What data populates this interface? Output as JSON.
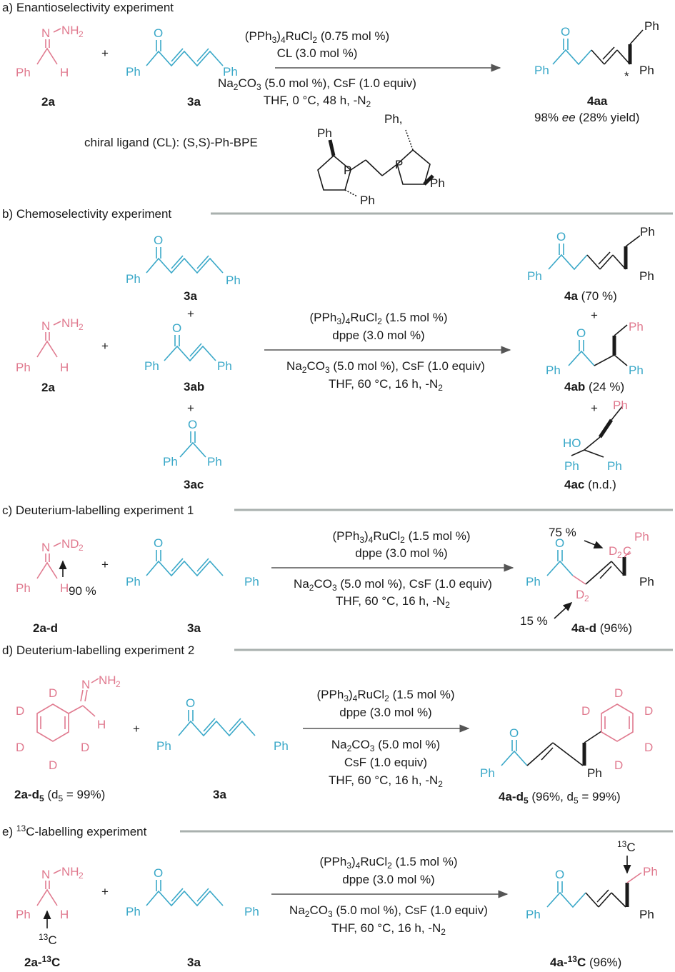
{
  "colors": {
    "reagent_pink": "#e07a8f",
    "reagent_blue": "#3aa8c8",
    "rule_gray": "#a9b0ae"
  },
  "panels": {
    "a": {
      "title": "a) Enantioselectivity experiment",
      "conds": [
        "(PPh3)4RuCl2 (0.75 mol %)",
        "CL (3.0 mol %)",
        "Na2CO3 (5.0 mol %), CsF (1.0 equiv)",
        "THF, 0 °C, 48 h, -N2"
      ],
      "reactant1": "2a",
      "reactant2": "3a",
      "product": "4aa",
      "result": "98% ee (28% yield)",
      "ligand_label": "chiral ligand (CL):  (S,S)-Ph-BPE"
    },
    "b": {
      "title": "b) Chemoselectivity experiment",
      "conds": [
        "(PPh3)4RuCl2 (1.5 mol %)",
        "dppe (3.0 mol %)",
        "Na2CO3 (5.0 mol %),  CsF (1.0 equiv)",
        "THF, 60 °C, 16 h, -N2"
      ],
      "reactant1": "2a",
      "reactants": [
        "3a",
        "3ab",
        "3ac"
      ],
      "products": [
        {
          "id": "4a",
          "yield": "(70 %)"
        },
        {
          "id": "4ab",
          "yield": "(24 %)"
        },
        {
          "id": "4ac",
          "yield": "(n.d.)"
        }
      ]
    },
    "c": {
      "title": "c) Deuterium-labelling experiment 1",
      "conds": [
        "(PPh3)4RuCl2 (1.5 mol %)",
        "dppe (3.0 mol %)",
        "Na2CO3 (5.0 mol %), CsF (1.0 equiv)",
        "THF, 60 °C, 16 h, -N2"
      ],
      "reactant1": "2a-d",
      "reactant2": "3a",
      "product": "4a-d",
      "yield": "(96%)",
      "d_inc_reactant": "90 %",
      "d_inc_benzylic": "75 %",
      "d_inc_alpha": "15 %"
    },
    "d": {
      "title": "d) Deuterium-labelling experiment 2",
      "conds": [
        "(PPh3)4RuCl2 (1.5 mol %)",
        "dppe (3.0 mol %)",
        "Na2CO3 (5.0 mol %)",
        "CsF (1.0 equiv)",
        "THF, 60 °C, 16 h, -N2"
      ],
      "reactant1": "2a-d5",
      "reactant1_note": "(d5 = 99%)",
      "reactant2": "3a",
      "product": "4a-d5",
      "product_note": "(96%, d5 = 99%)"
    },
    "e": {
      "title": "13C-labelling experiment",
      "title_prefix": "e)",
      "conds": [
        "(PPh3)4RuCl2 (1.5 mol %)",
        "dppe (3.0 mol %)",
        "Na2CO3 (5.0 mol %), CsF (1.0 equiv)",
        "THF, 60 °C, 16 h, -N2"
      ],
      "reactant1": "2a-13C",
      "reactant2": "3a",
      "product": "4a-13C",
      "yield": "(96%)"
    }
  }
}
